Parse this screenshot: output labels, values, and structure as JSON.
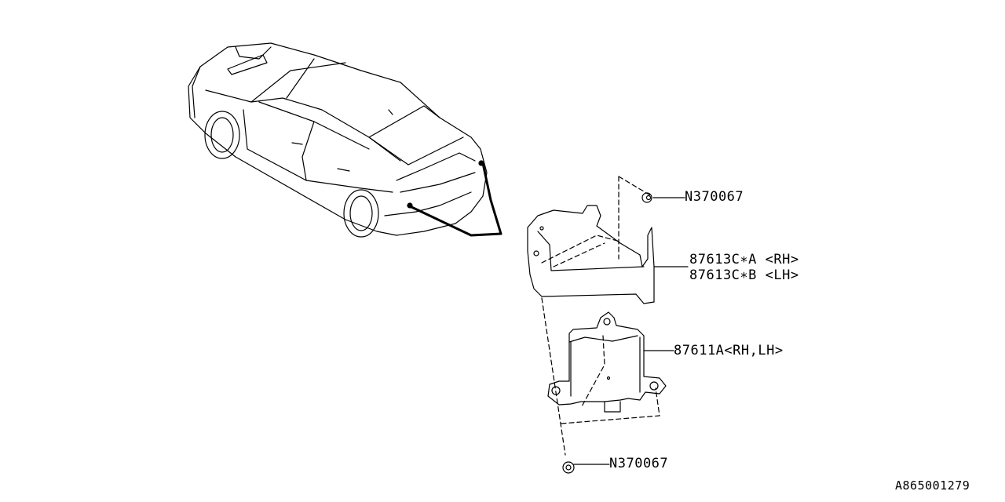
{
  "diagram": {
    "callouts": [
      {
        "id": "nut_top",
        "part_number": "N370067"
      },
      {
        "id": "bracket_rh",
        "part_number": "87613C∗A <RH>"
      },
      {
        "id": "bracket_lh",
        "part_number": "87613C∗B <LH>"
      },
      {
        "id": "sensor",
        "part_number": "87611A<RH,LH>"
      },
      {
        "id": "nut_bottom",
        "part_number": "N370067"
      }
    ],
    "drawing_code": "A865001279",
    "colors": {
      "line": "#000000",
      "background": "#ffffff"
    }
  }
}
